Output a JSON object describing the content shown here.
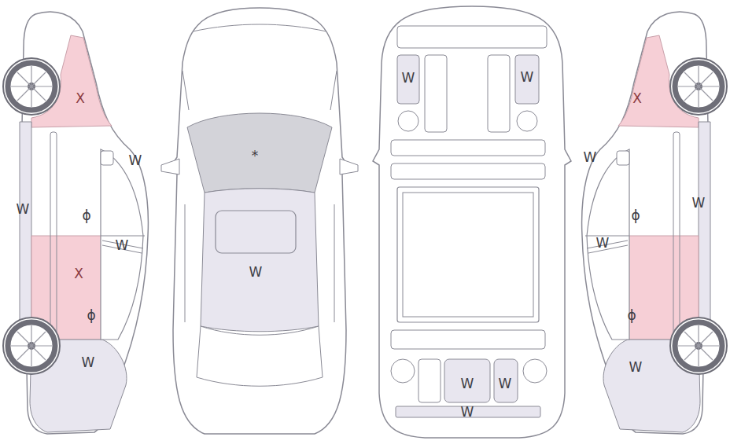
{
  "diagram": {
    "labels": [
      "X",
      "W",
      "W",
      "ϕ",
      "W",
      "X",
      "ϕ",
      "W",
      "*",
      "W",
      "W",
      "W",
      "W",
      "W",
      "W",
      "X",
      "W",
      "W",
      "ϕ",
      "W",
      "ϕ",
      "W"
    ]
  }
}
